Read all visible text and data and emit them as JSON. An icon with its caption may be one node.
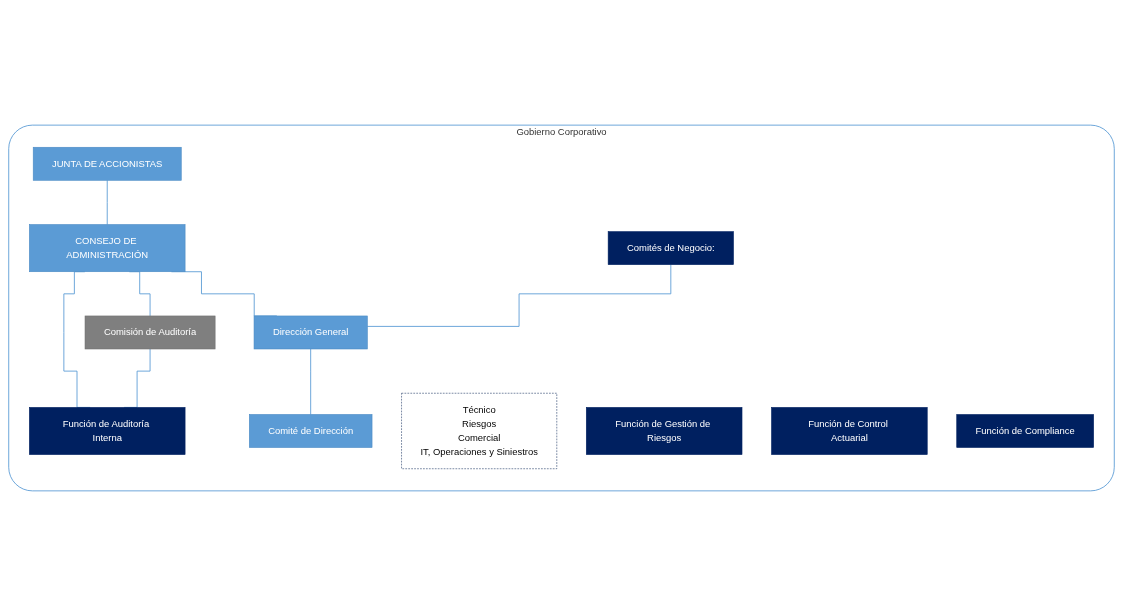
{
  "diagram": {
    "nodes": [
      {
        "text": [
          "Gobierno Corporativo"
        ]
      },
      {
        "text": [
          "JUNTA DE ACCIONISTAS"
        ],
        "in": 0
      },
      {
        "text": [
          "CONSEJO DE ADMINISTRACIÓN"
        ],
        "in": 0
      },
      {
        "text": [
          "Comités de Negocio:"
        ],
        "in": 0
      },
      {
        "text": [
          "Dirección General"
        ],
        "in": 0
      },
      {
        "text": [
          "Comisión de Auditoría"
        ],
        "in": 0
      },
      {
        "text": [
          "Técnico",
          "Riesgos",
          "Comercial",
          "IT, Operaciones y Siniestros"
        ],
        "in": 0
      },
      {
        "text": [
          "Comité de Dirección"
        ],
        "in": 0
      },
      {
        "text": [
          "Función de Auditoría Interna"
        ],
        "in": 0
      },
      {
        "text": [
          "Función de Gestión de Riesgos"
        ],
        "in": 0
      },
      {
        "text": [
          "Función de Control Actuarial"
        ],
        "in": 0
      },
      {
        "text": [
          "Función de Compliance"
        ],
        "in": 0
      }
    ],
    "edges": [
      {
        "from": 1,
        "to": 2,
        "arrow": "none"
      },
      {
        "from": 2,
        "to": 4,
        "arrow": "none"
      },
      {
        "from": 2,
        "to": 5,
        "arrow": "none"
      },
      {
        "from": 2,
        "to": 8,
        "arrow": "none"
      },
      {
        "from": 3,
        "to": 4,
        "arrow": "none"
      },
      {
        "from": 4,
        "to": 7,
        "arrow": "none"
      },
      {
        "from": 5,
        "to": 8,
        "arrow": "none"
      }
    ]
  }
}
